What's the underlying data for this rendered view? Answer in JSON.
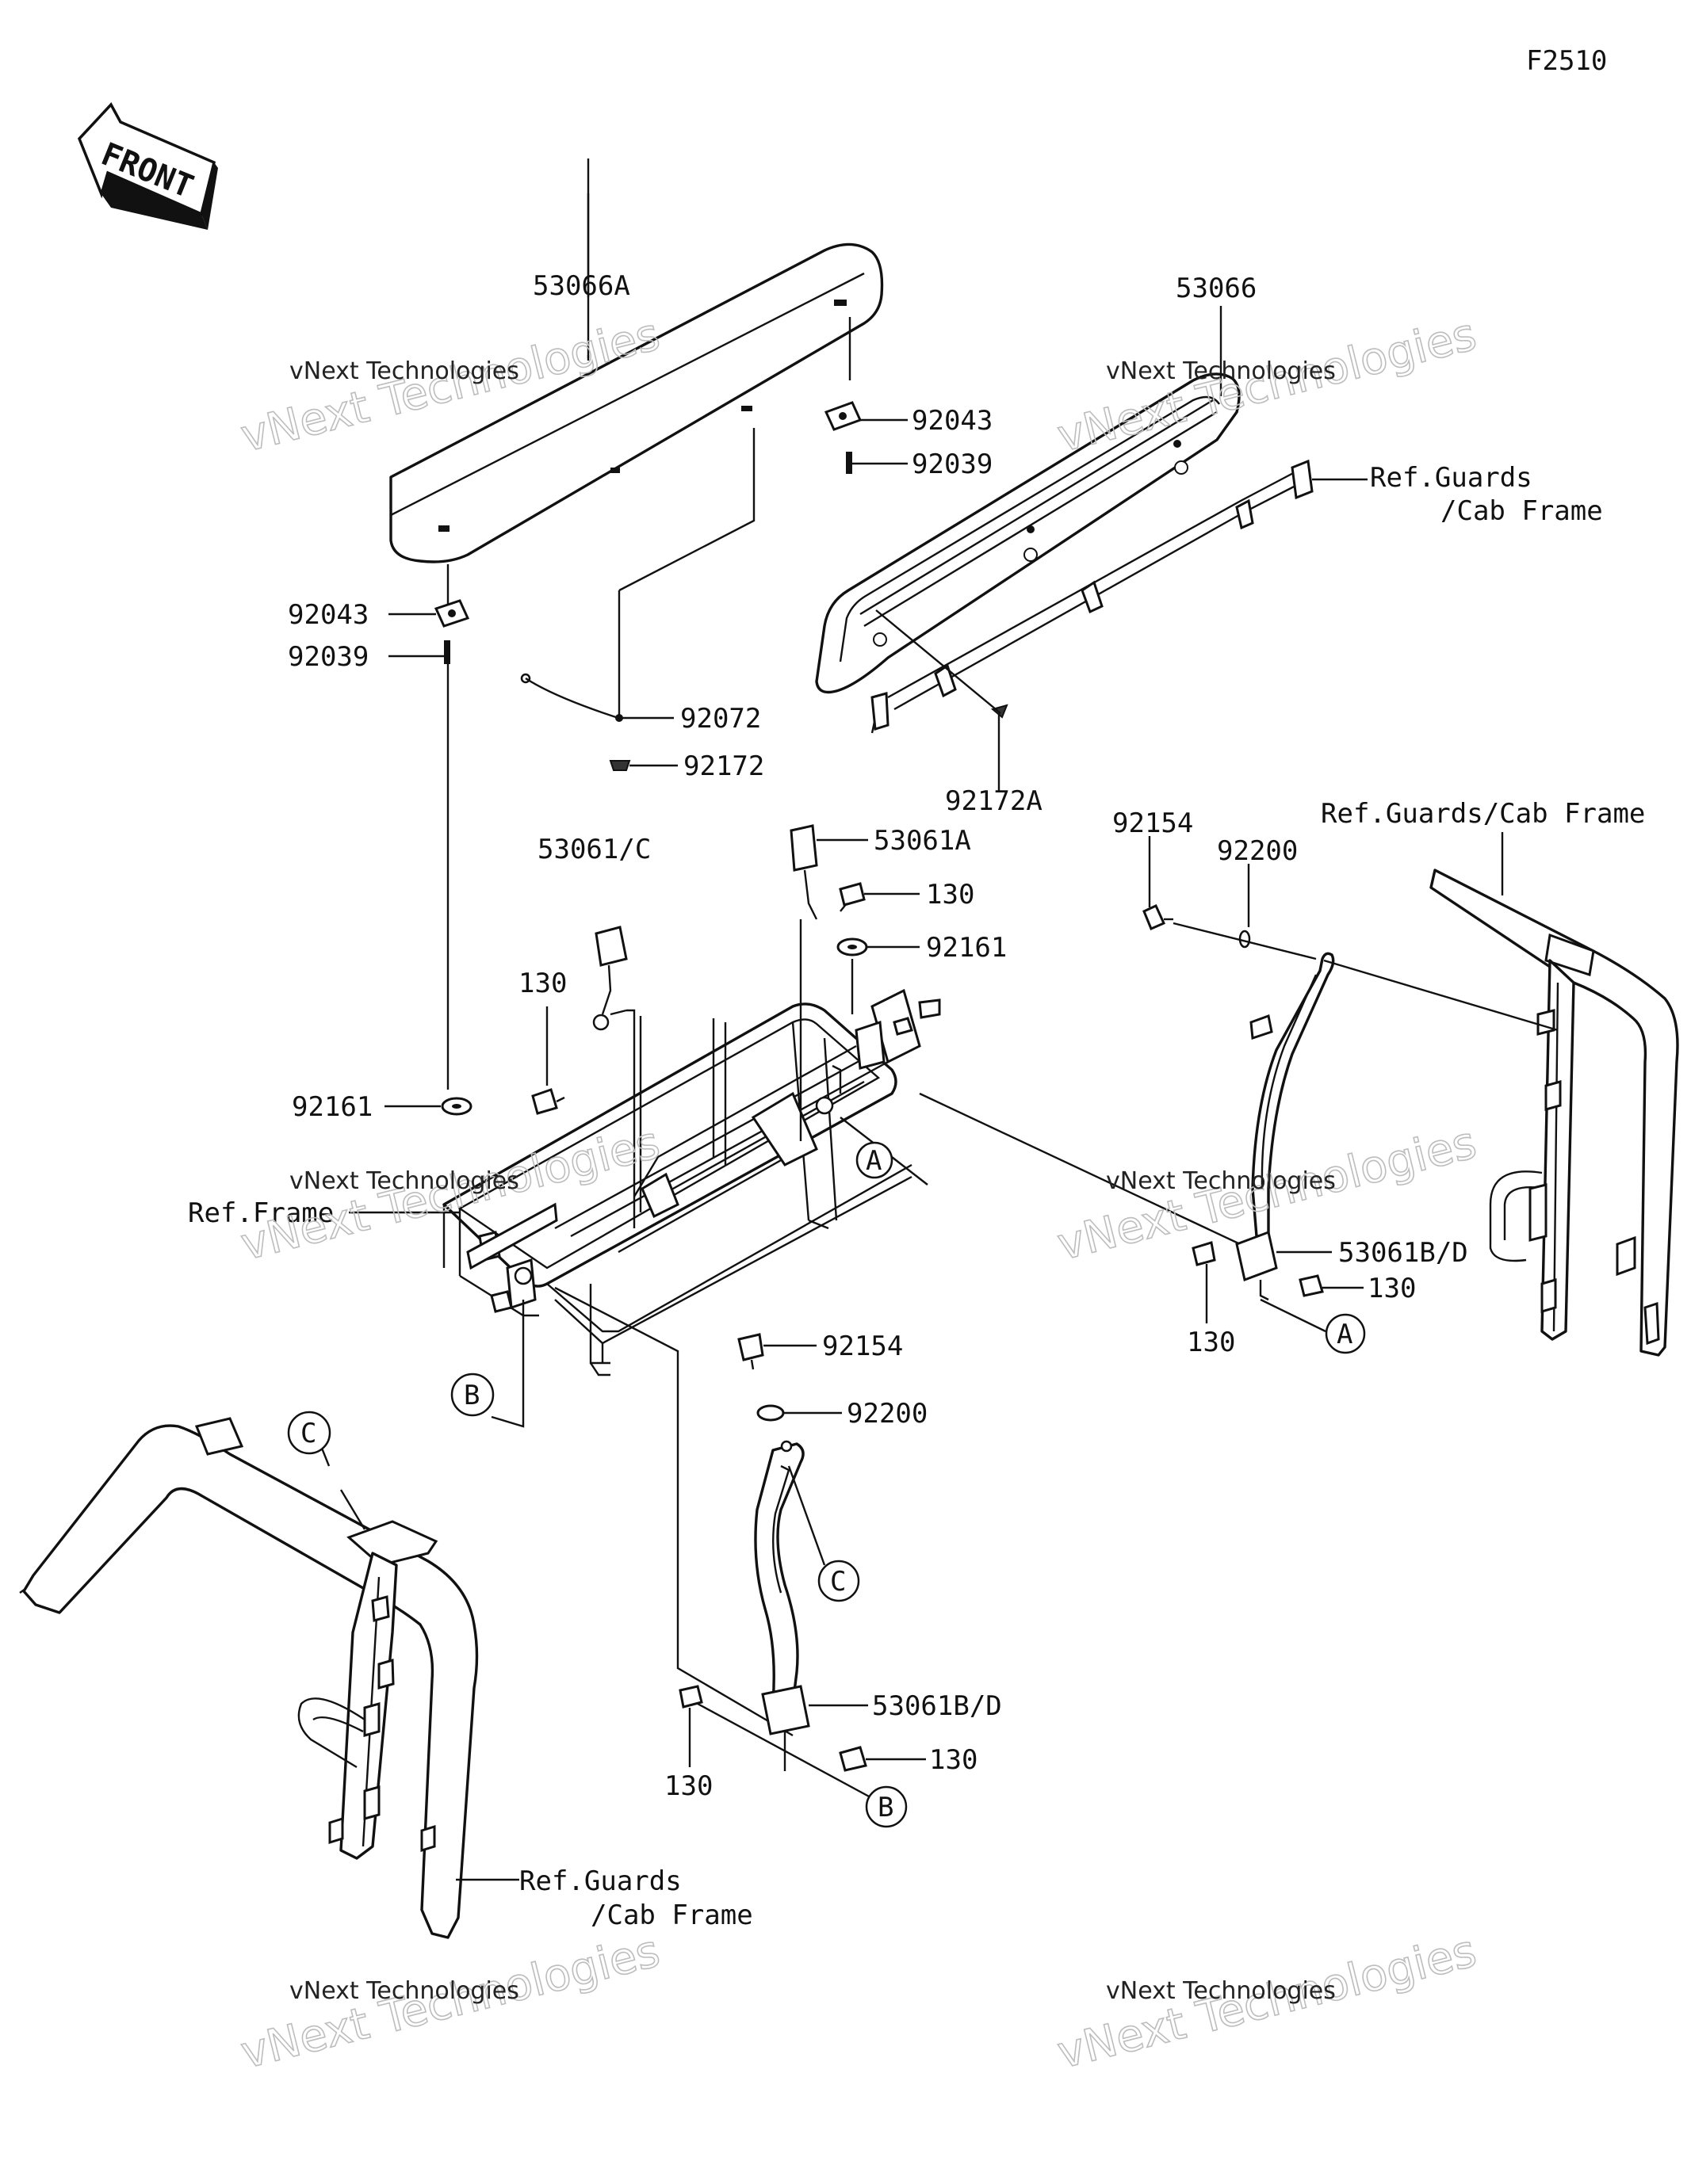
{
  "figure_code": "F2510",
  "front_label": "FRONT",
  "watermark": {
    "line1": "vNext Technologies",
    "line2": "vNext Technologies"
  },
  "parts": {
    "seat_back_a": "53066A",
    "seat_back": "53066",
    "cap_92043_top": "92043",
    "clip_92039_top": "92039",
    "cap_92043_left": "92043",
    "clip_92039_left": "92039",
    "band_92072": "92072",
    "screw_92172": "92172",
    "screw_92172a": "92172A",
    "belt_53061c": "53061/C",
    "belt_53061a": "53061A",
    "bolt_130_a": "130",
    "washer_92161_a": "92161",
    "bolt_130_b": "130",
    "washer_92161_b": "92161",
    "bolt_92154_right": "92154",
    "spacer_92200_right": "92200",
    "belt_53061bd_right": "53061B/D",
    "bolt_130_c": "130",
    "bolt_130_d": "130",
    "bolt_92154_center": "92154",
    "spacer_92200_center": "92200",
    "belt_53061bd_center": "53061B/D",
    "bolt_130_e": "130",
    "bolt_130_f": "130"
  },
  "references": {
    "guards_top_1": "Ref.Guards",
    "guards_top_2": "/Cab Frame",
    "guards_right": "Ref.Guards/Cab Frame",
    "frame": "Ref.Frame",
    "guards_bottom_1": "Ref.Guards",
    "guards_bottom_2": "/Cab Frame"
  },
  "callouts": {
    "a_frame": "A",
    "a_belt": "A",
    "b_frame": "B",
    "b_belt": "B",
    "c_cab": "C",
    "c_belt": "C"
  }
}
